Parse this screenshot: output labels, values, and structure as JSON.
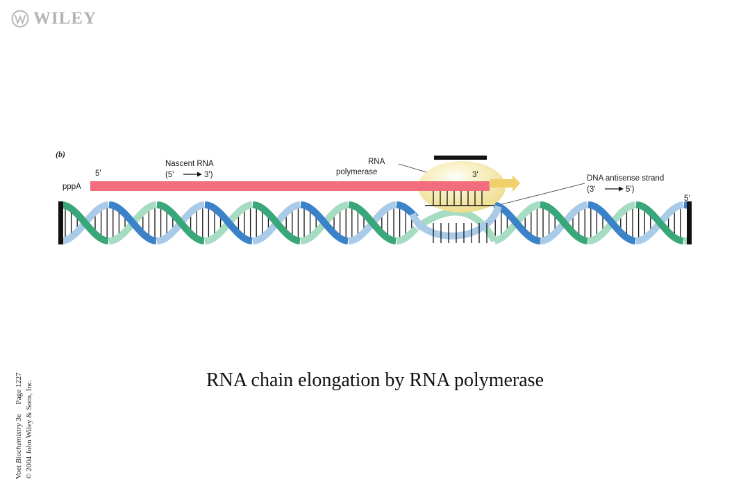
{
  "publisher": {
    "logo_text": "WILEY",
    "logo_icon": "wiley-emblem"
  },
  "diagram": {
    "panel_label": "(b)",
    "rna": {
      "five_prime": "5'",
      "start": "pppA",
      "title": "Nascent RNA",
      "dir_open": "(5'",
      "dir_close": "3')",
      "three_prime": "3'",
      "color": "#f26d7d"
    },
    "polymerase": {
      "line1": "RNA",
      "line2": "polymerase",
      "color": "#f1e3a0"
    },
    "antisense": {
      "title": "DNA antisense strand",
      "dir_open": "(3'",
      "dir_close": "5')",
      "five_prime": "5'"
    },
    "dna_colors": {
      "dark_blue": "#3b82c9",
      "light_blue": "#a9cbe8",
      "green": "#3aa77a",
      "light_green": "#a6dcc2"
    }
  },
  "caption": "RNA chain elongation by RNA polymerase",
  "credit": {
    "author": "Voet",
    "book": "Biochemistry",
    "edition": "3e",
    "page": "Page 1227",
    "copyright": "© 2004 John Wiley & Sons, Inc."
  }
}
